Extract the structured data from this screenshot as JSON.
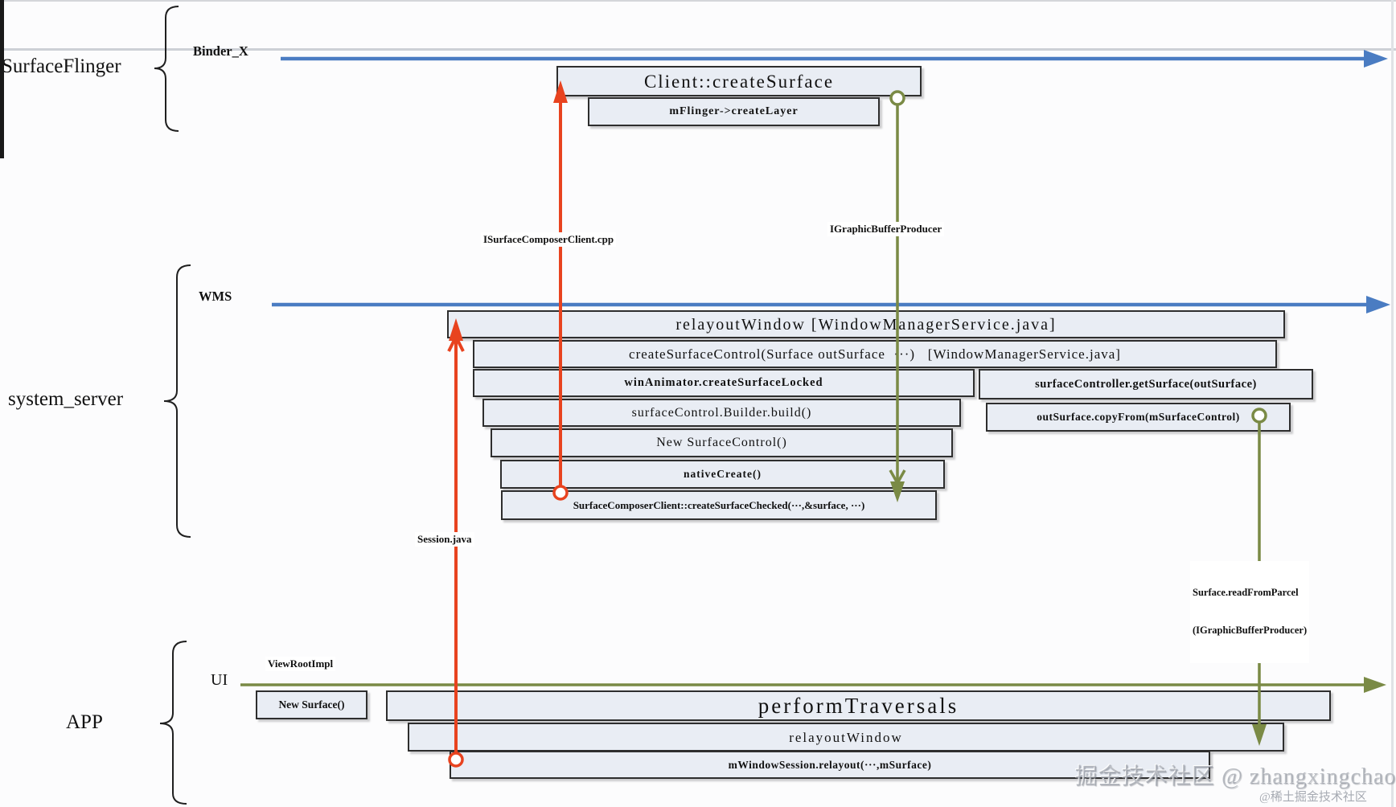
{
  "groups": {
    "surfaceflinger": {
      "label": "SurfaceFlinger",
      "lifeline": "Binder_X"
    },
    "system_server": {
      "label": "system_server",
      "lifeline": "WMS"
    },
    "app": {
      "label": "APP",
      "lifeline": "UI",
      "viewrootimpl": "ViewRootImpl"
    }
  },
  "boxes": {
    "create_surface": "Client::createSurface",
    "create_layer": "mFlinger->createLayer",
    "relayout_window_wms": "relayoutWindow [WindowManagerService.java]",
    "create_surface_control": "createSurfaceControl(Surface outSurface  ···)   [WindowManagerService.java]",
    "win_animator": "winAnimator.createSurfaceLocked",
    "get_surface": "surfaceController.getSurface(outSurface)",
    "builder_build": "surfaceControl.Builder.build()",
    "copy_from": "outSurface.copyFrom(mSurfaceControl)",
    "new_surface_control": "New SurfaceControl()",
    "native_create": "nativeCreate()",
    "create_surface_checked": "SurfaceComposerClient::createSurfaceChecked(···,&surface, ···)",
    "new_surface": "New Surface()",
    "perform_traversals": "performTraversals",
    "relayout_window_app": "relayoutWindow",
    "session_relayout": "mWindowSession.relayout(···,mSurface)"
  },
  "annotations": {
    "isurface_composer_client": "ISurfaceComposerClient.cpp",
    "igraphic_buffer_producer": "IGraphicBufferProducer",
    "session_java": "Session.java",
    "read_from_parcel_line1": "Surface.readFromParcel",
    "read_from_parcel_line2": "(IGraphicBufferProducer)"
  },
  "watermark": {
    "line1": "掘金技术社区 @ zhangxingchao",
    "line2": "@稀土掘金技术社区"
  },
  "colors": {
    "binder_arrow": "#4a7cc2",
    "ui_arrow": "#7a8a45",
    "return_arrow": "#7a8a45",
    "call_arrow": "#e8431f",
    "box_fill": "#e9edf4",
    "box_border": "#2e2e2e"
  }
}
